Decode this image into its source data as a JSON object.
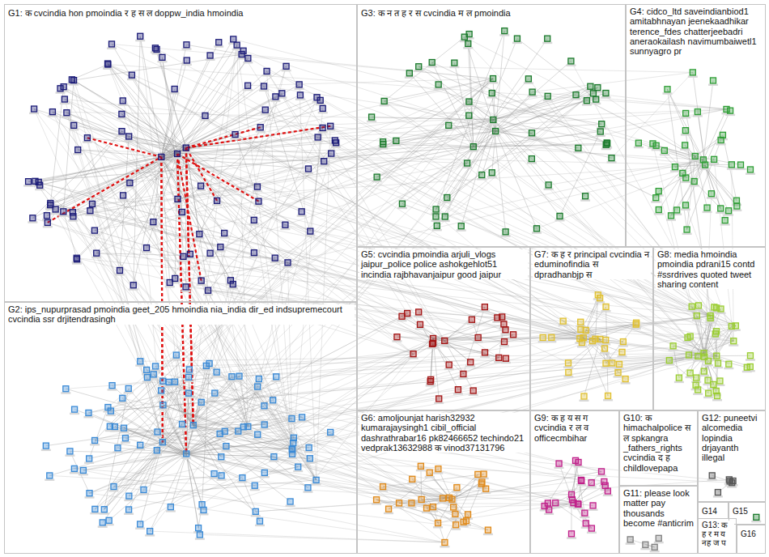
{
  "diagram": {
    "nodes": [
      {
        "text": [
          "G1: क cvcindia hon pmoindia र ह स ल doppw_india hmoindia"
        ]
      },
      {
        "text": [
          "G2: ips_nupurprasad pmoindia geet_205 hmoindia nia_india dir_ed indsupremecourt cvcindia ssr drjitendrasingh"
        ]
      },
      {
        "text": [
          "G3: क न त ह र स cvcindia म ल pmoindia"
        ]
      },
      {
        "text": [
          "G4: cidco_ltd saveindianbiod1 amitabhnayan jeenekaadhikar terence_fdes chatterjeebadri aneraokailash navimumbaiwetl1 sunnyagro pr"
        ]
      },
      {
        "text": [
          "G5: cvcindia pmoindia arjuli_vlogs jaipur_police police ashokgehlot51 incindia rajbhavanjaipur good jaipur"
        ]
      },
      {
        "text": [
          "G6: amoljounjat harish32932 kumarajaysingh1 cibil_official dashrathrabar16 pk82466652 techindo21 vedprak13632988 क vinod37131796"
        ]
      },
      {
        "text": [
          "G7: क ह र principal cvcindia न eduminofindia स dpradhanbjp स"
        ]
      },
      {
        "text": [
          "G8: media hmoindia pmoindia pdrani15 contd #ssrdrives quoted tweet sharing content"
        ]
      },
      {
        "text": [
          "G9: क ह य स ग cvcindia र ल व officecmbihar"
        ]
      },
      {
        "text": [
          "G10: क himachalpolice स ल spkangra _fathers_rights cvcindia द ह childlovepapa"
        ]
      },
      {
        "text": [
          "G11: please look matter pay thousands become #anticrim"
        ]
      },
      {
        "text": [
          "G12: puneetvi alcomedia lopindia drjayanth illegal"
        ]
      },
      {
        "text": [
          "G13: क ह र म य नह ज प"
        ]
      },
      {
        "text": [
          "G14"
        ]
      },
      {
        "text": [
          "G15"
        ]
      },
      {
        "text": [
          "G16"
        ]
      }
    ]
  }
}
